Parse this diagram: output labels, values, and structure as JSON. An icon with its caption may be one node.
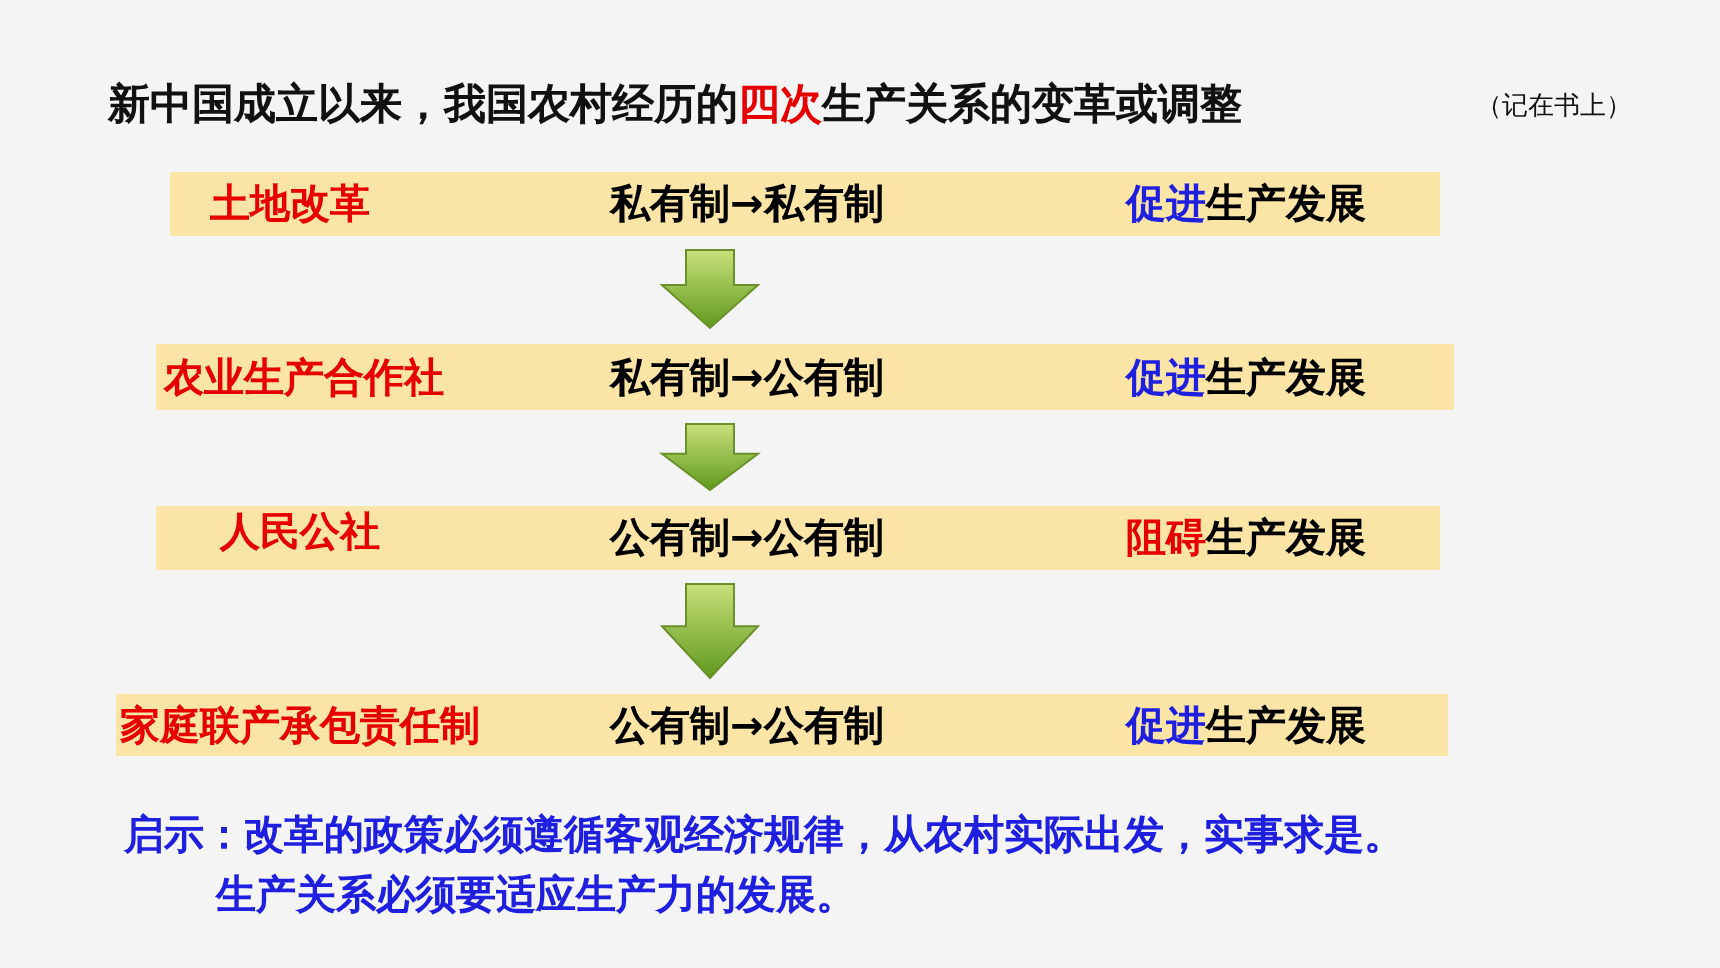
{
  "diagram": {
    "title": "新中国成立以来，我国农村经历的**四次**生产关系的变革或调整",
    "nodes": [
      {
        "text": [
          "土地改革",
          "私有制→私有制",
          "**促进**生产发展"
        ]
      },
      {
        "text": [
          "农业生产合作社",
          "私有制→公有制",
          "**促进**生产发展"
        ]
      },
      {
        "text": [
          "人民公社",
          "公有制→公有制",
          "**阻碍**生产发展"
        ]
      },
      {
        "text": [
          "家庭联产承包责任制",
          "公有制→公有制",
          "**促进**生产发展"
        ]
      }
    ],
    "edges": [
      {
        "from": 0,
        "to": 1,
        "arrow": "to"
      },
      {
        "from": 1,
        "to": 2,
        "arrow": "to"
      },
      {
        "from": 2,
        "to": 3,
        "arrow": "to"
      }
    ],
    "labels": [
      "（记在书上）",
      "启示：改革的政策必须遵循客观经济规律，从农村实际出发，实事求是。",
      "生产关系必须要适应生产力的发展。"
    ]
  }
}
